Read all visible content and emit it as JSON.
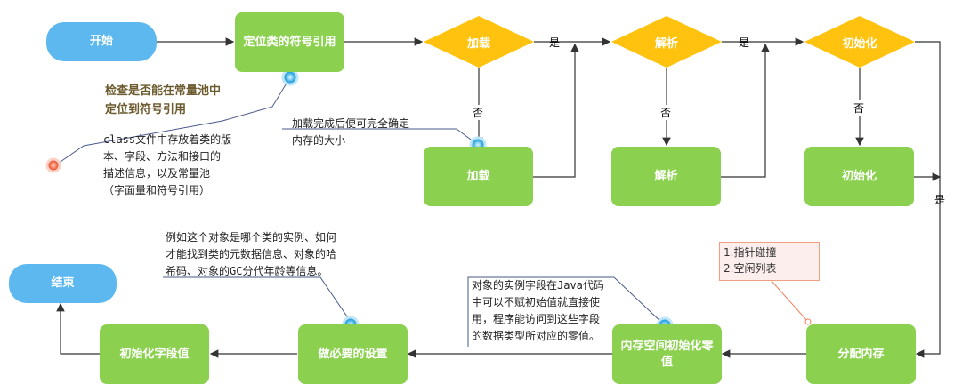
{
  "nodes": {
    "start": "开始",
    "locate_symbol_ref": "定位类的符号引用",
    "load_decision": "加载",
    "resolve_decision": "解析",
    "init_decision": "初始化",
    "load_box": "加载",
    "resolve_box": "解析",
    "init_box": "初始化",
    "allocate_memory": "分配内存",
    "zero_init": "内存空间初始化零值",
    "necessary_setup": "做必要的设置",
    "init_fields": "初始化字段值",
    "end": "结束"
  },
  "edge_labels": {
    "yes": "是",
    "no": "否"
  },
  "notes": {
    "check_title_line1": "检查是否能在常量池中",
    "check_title_line2": "定位到符号引用",
    "class_file_line1": "class文件中存放着类的版",
    "class_file_line2": "本、字段、方法和接口的",
    "class_file_line3": "描述信息，以及常量池",
    "class_file_line4": "（字面量和符号引用）",
    "after_load_line1": "加载完成后便可完全确定",
    "after_load_line2": "内存的大小",
    "object_info_line1": "例如这个对象是哪个类的实例、如何",
    "object_info_line2": "才能找到类的元数据信息、对象的哈",
    "object_info_line3": "希码、对象的GC分代年龄等信息。",
    "zero_line1": "对象的实例字段在Java代码",
    "zero_line2": "中可以不赋初始值就直接使",
    "zero_line3": "用，程序能访问到这些字段",
    "zero_line4": "的数据类型所对应的零值。",
    "alloc_opt1": "1.指针碰撞",
    "alloc_opt2": "2.空闲列表"
  },
  "colors": {
    "process": "#8bd14f",
    "terminal": "#5cb8ef",
    "decision": "#ffc20e",
    "line": "#333333",
    "callout_line": "#4a5a8a",
    "callout_dot": "#3ab0e6",
    "origin_dot": "#f26b4a"
  }
}
